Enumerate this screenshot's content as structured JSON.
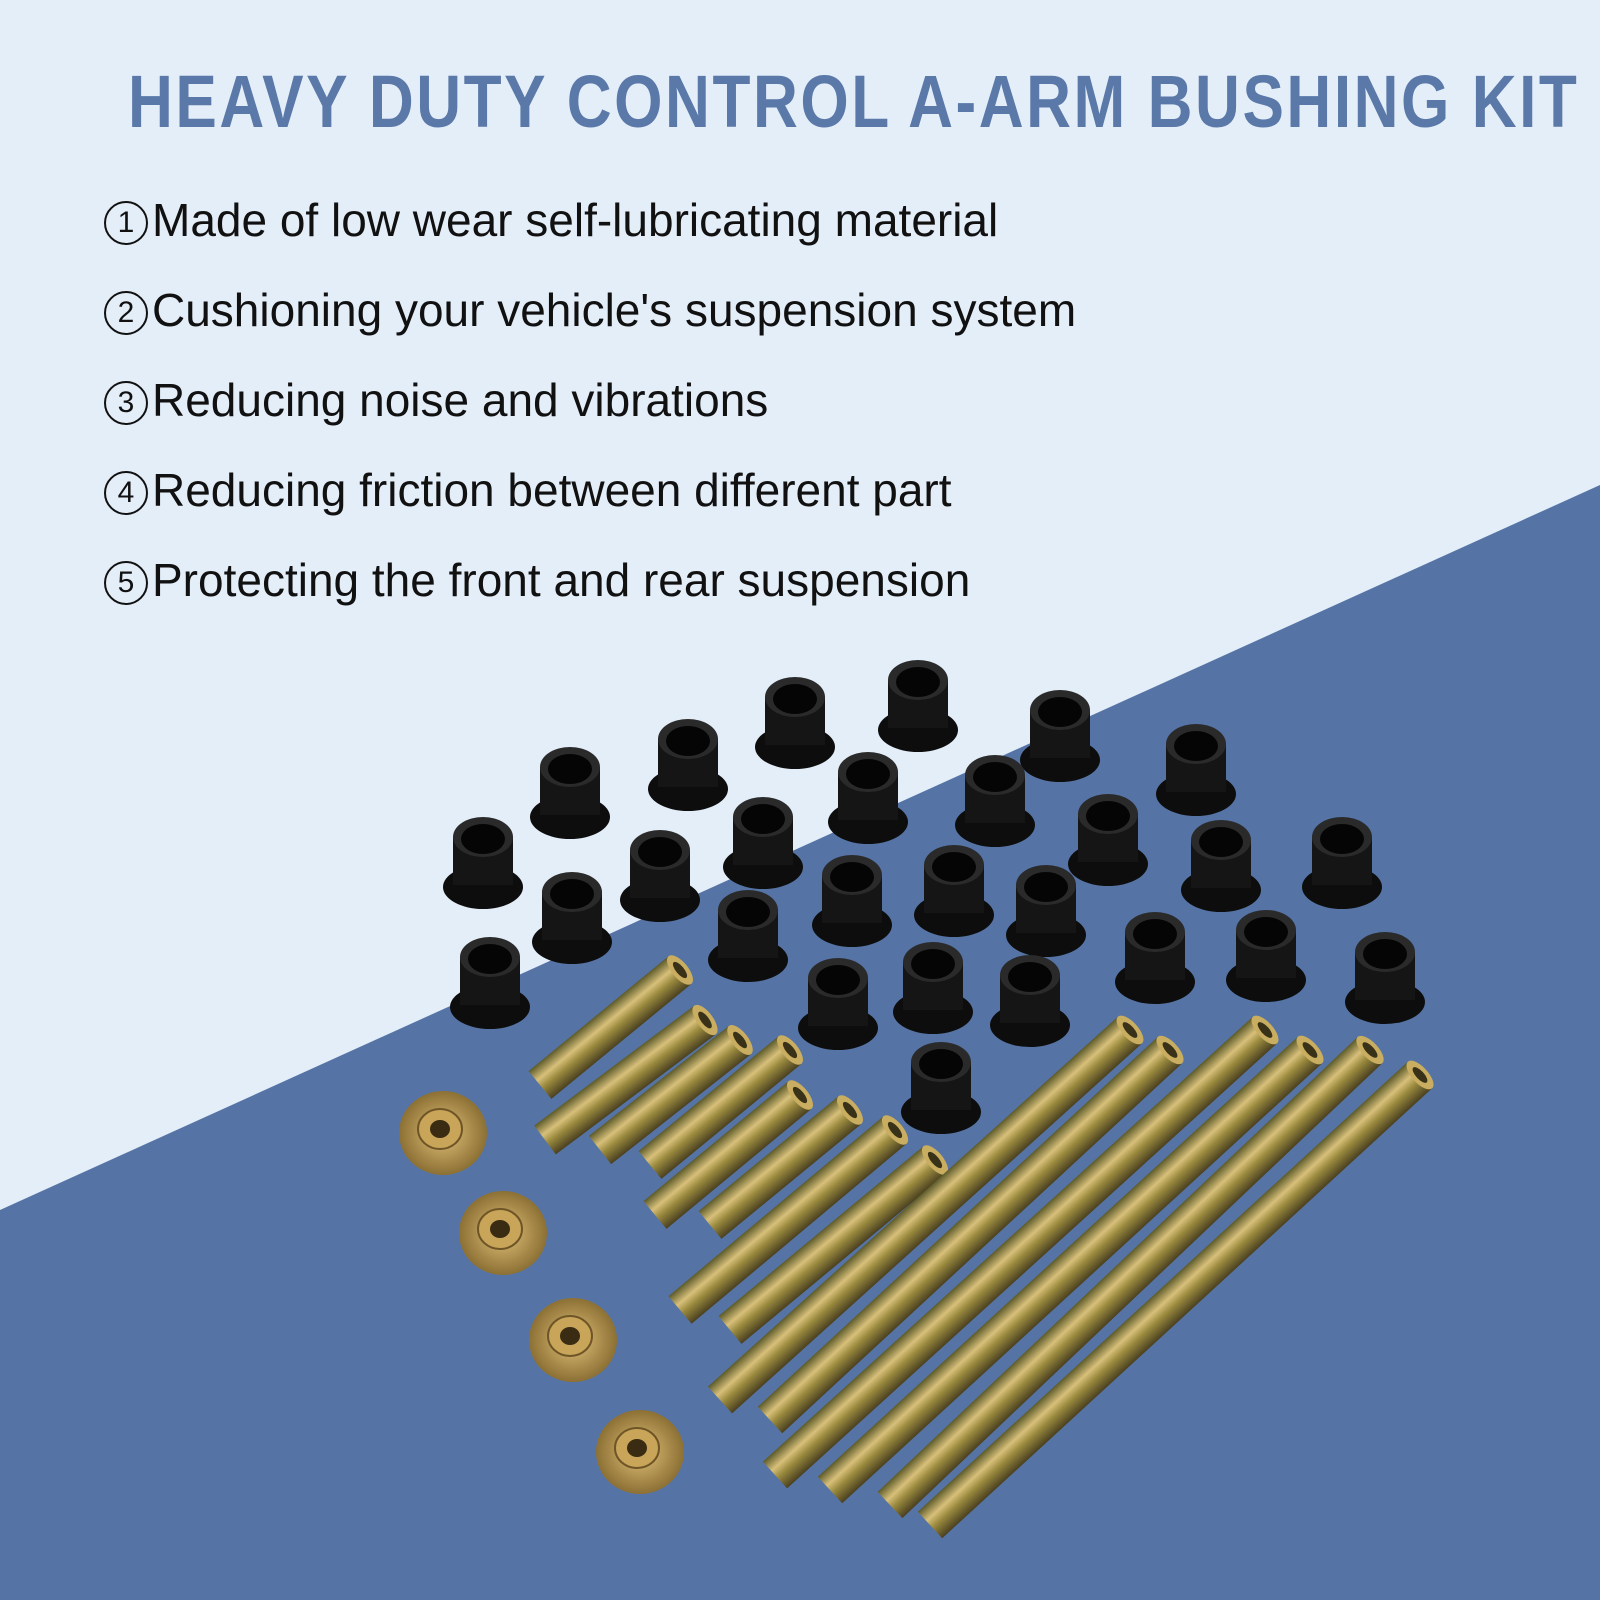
{
  "title": "HEAVY DUTY CONTROL A-ARM BUSHING KIT",
  "features": [
    {
      "num": "1",
      "text": "Made of low wear self-lubricating material"
    },
    {
      "num": "2",
      "text": "Cushioning your vehicle's suspension system"
    },
    {
      "num": "3",
      "text": "Reducing noise and vibrations"
    },
    {
      "num": "4",
      "text": "Reducing friction between different part"
    },
    {
      "num": "5",
      "text": "Protecting the front and rear suspension"
    }
  ],
  "colors": {
    "light_bg": "#e4eef9",
    "dark_bg": "#5574a5",
    "title": "#5a78a8"
  }
}
